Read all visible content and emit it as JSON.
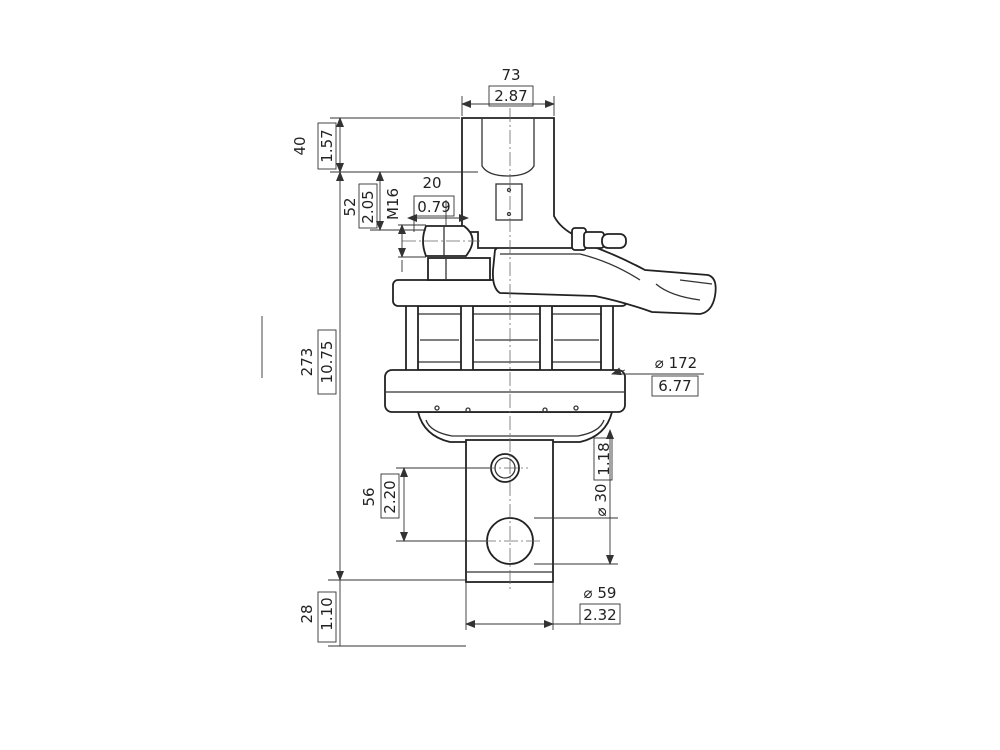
{
  "dimensions": {
    "top_width": {
      "mm": "73",
      "in": "2.87"
    },
    "top_height": {
      "mm": "40",
      "in": "1.57"
    },
    "port_offset": {
      "mm": "52",
      "in": "2.05"
    },
    "port_thread": "M16",
    "port_depth": {
      "mm": "20",
      "in": "0.79"
    },
    "total_height": {
      "mm": "273",
      "in": "10.75"
    },
    "flange_diameter": {
      "mm": "⌀ 172",
      "in": "6.77"
    },
    "hole_spacing": {
      "mm": "56",
      "in": "2.20"
    },
    "hole_diameter": {
      "mm": "⌀ 30",
      "in": "1.18"
    },
    "shaft_diameter": {
      "mm": "⌀ 59",
      "in": "2.32"
    },
    "shaft_end": {
      "mm": "28",
      "in": "1.10"
    }
  }
}
